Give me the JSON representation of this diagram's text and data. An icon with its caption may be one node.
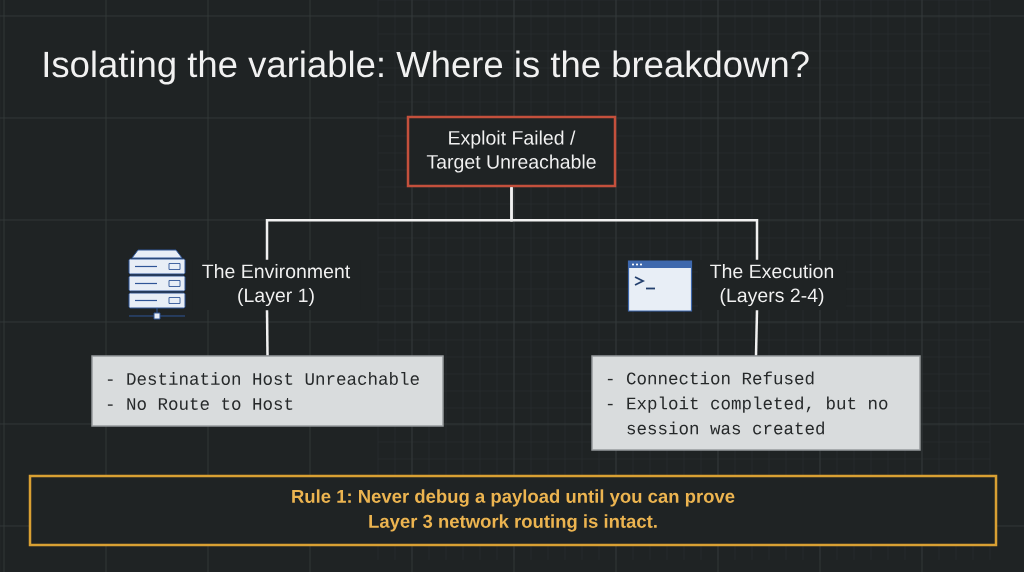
{
  "diagram": {
    "title": "Isolating the variable: Where is the breakdown?",
    "nodes": [
      {
        "text": [
          "Exploit Failed / Target Unreachable"
        ]
      },
      {
        "text": [
          "The Environment (Layer 1)"
        ]
      },
      {
        "text": [
          "The Execution (Layers 2-4)"
        ]
      },
      {
        "text": [
          "- Destination Host Unreachable",
          "- No Route to Host"
        ]
      },
      {
        "text": [
          "- Connection Refused",
          "- Exploit completed, but no session was created"
        ]
      },
      {
        "text": [
          "Rule 1: Never debug a payload until you can prove Layer 3 network routing is intact."
        ]
      }
    ],
    "edges": [
      {
        "from": 0,
        "to": 1,
        "arrow": "none"
      },
      {
        "from": 0,
        "to": 2,
        "arrow": "none"
      },
      {
        "from": 1,
        "to": 3,
        "arrow": "none"
      },
      {
        "from": 2,
        "to": 4,
        "arrow": "none"
      }
    ]
  }
}
